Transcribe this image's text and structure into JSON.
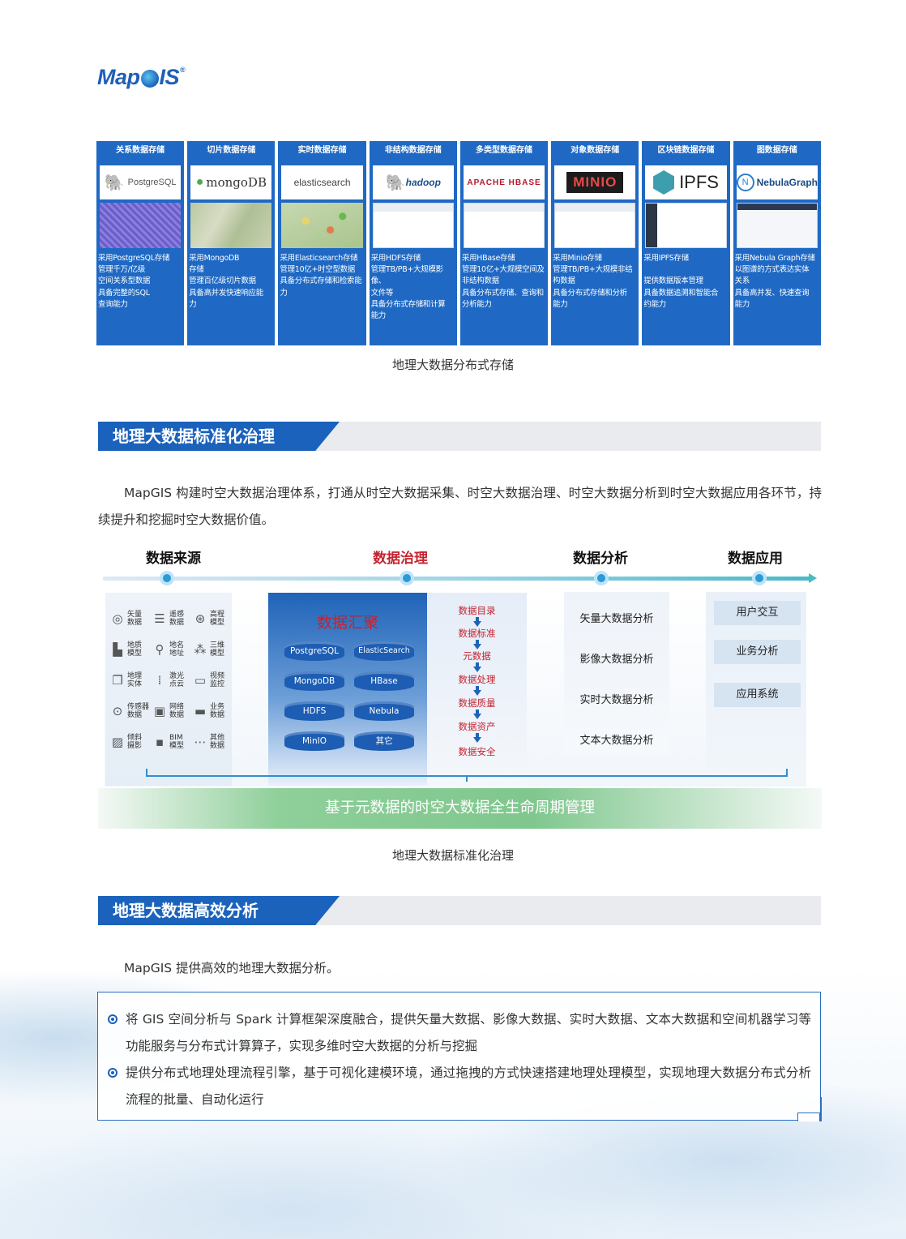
{
  "logo": {
    "part1": "Map",
    "part2": "IS",
    "reg": "®"
  },
  "storage": [
    {
      "title": "关系数据存储",
      "logo": "PostgreSQL",
      "desc": "采用PostgreSQL存储\n管理千万/亿级\n空间关系型数据\n具备完整的SQL\n查询能力"
    },
    {
      "title": "切片数据存储",
      "logo": "mongoDB",
      "desc": "采用MongoDB\n存储\n管理百亿级切片数据\n具备高并发快速响应能\n力"
    },
    {
      "title": "实时数据存储",
      "logo": "elasticsearch",
      "desc": "采用Elasticsearch存储\n管理10亿+时空型数据\n具备分布式存储和检索能\n力"
    },
    {
      "title": "非结构数据存储",
      "logo": "hadoop",
      "desc": "采用HDFS存储\n管理TB/PB+大规模影像、\n文件等\n具备分布式存储和计算\n能力"
    },
    {
      "title": "多类型数据存储",
      "logo": "APACHE HBASE",
      "desc": "采用HBase存储\n管理10亿+大规模空间及\n非结构数据\n具备分布式存储、查询和\n分析能力"
    },
    {
      "title": "对象数据存储",
      "logo": "MINIO",
      "desc": "采用Minio存储\n管理TB/PB+大规模非结\n构数据\n具备分布式存储和分析\n能力"
    },
    {
      "title": "区块链数据存储",
      "logo": "IPFS",
      "desc": "采用IPFS存储\n\n提供数据版本管理\n具备数据追溯和智能合\n约能力"
    },
    {
      "title": "图数据存储",
      "logo": "NebulaGraph",
      "desc": "采用Nebula Graph存储\n以图谱的方式表达实体\n关系\n具备高并发、快速查询\n能力"
    }
  ],
  "caption1": "地理大数据分布式存储",
  "section1": {
    "title": "地理大数据标准化治理"
  },
  "para1": "MapGIS 构建时空大数据治理体系，打通从时空大数据采集、时空大数据治理、时空大数据分析到时空大数据应用各环节，持续提升和挖掘时空大数据价值。",
  "gov": {
    "stages": [
      "数据来源",
      "数据治理",
      "数据分析",
      "数据应用"
    ],
    "sources": [
      {
        "label": "矢量\n数据",
        "icon": "globe-icon"
      },
      {
        "label": "遥感\n数据",
        "icon": "layers-icon"
      },
      {
        "label": "高程\n模型",
        "icon": "elevation-icon"
      },
      {
        "label": "地质\n模型",
        "icon": "geology-icon"
      },
      {
        "label": "地名\n地址",
        "icon": "pin-icon"
      },
      {
        "label": "三维\n模型",
        "icon": "cubes-icon"
      },
      {
        "label": "地理\n实体",
        "icon": "entity-icon"
      },
      {
        "label": "激光\n点云",
        "icon": "lidar-icon"
      },
      {
        "label": "视频\n监控",
        "icon": "video-icon"
      },
      {
        "label": "传感器\n数据",
        "icon": "sensor-icon"
      },
      {
        "label": "网络\n数据",
        "icon": "network-icon"
      },
      {
        "label": "业务\n数据",
        "icon": "folder-icon"
      },
      {
        "label": "倾斜\n摄影",
        "icon": "photo-icon"
      },
      {
        "label": "BIM\n模型",
        "icon": "bim-icon"
      },
      {
        "label": "其他\n数据",
        "icon": "more-icon"
      }
    ],
    "agg_title": "数据汇聚",
    "dbs": [
      "PostgreSQL",
      "ElasticSearch",
      "MongoDB",
      "HBase",
      "HDFS",
      "Nebula",
      "MinIO",
      "其它"
    ],
    "flow": [
      "数据目录",
      "数据标准",
      "元数据",
      "数据处理",
      "数据质量",
      "数据资产",
      "数据安全"
    ],
    "analysis": [
      "矢量大数据分析",
      "影像大数据分析",
      "实时大数据分析",
      "文本大数据分析"
    ],
    "apps": [
      "用户交互",
      "业务分析",
      "应用系统"
    ],
    "lifecycle": "基于元数据的时空大数据全生命周期管理"
  },
  "caption2": "地理大数据标准化治理",
  "section2": {
    "title": "地理大数据高效分析"
  },
  "para2": "MapGIS 提供高效的地理大数据分析。",
  "bullets": [
    "将 GIS 空间分析与 Spark 计算框架深度融合，提供矢量大数据、影像大数据、实时大数据、文本大数据和空间机器学习等功能服务与分布式计算算子，实现多维时空大数据的分析与挖掘",
    "提供分布式地理处理流程引擎，基于可视化建模环境，通过拖拽的方式快速搭建地理处理模型，实现地理大数据分布式分析流程的批量、自动化运行"
  ]
}
